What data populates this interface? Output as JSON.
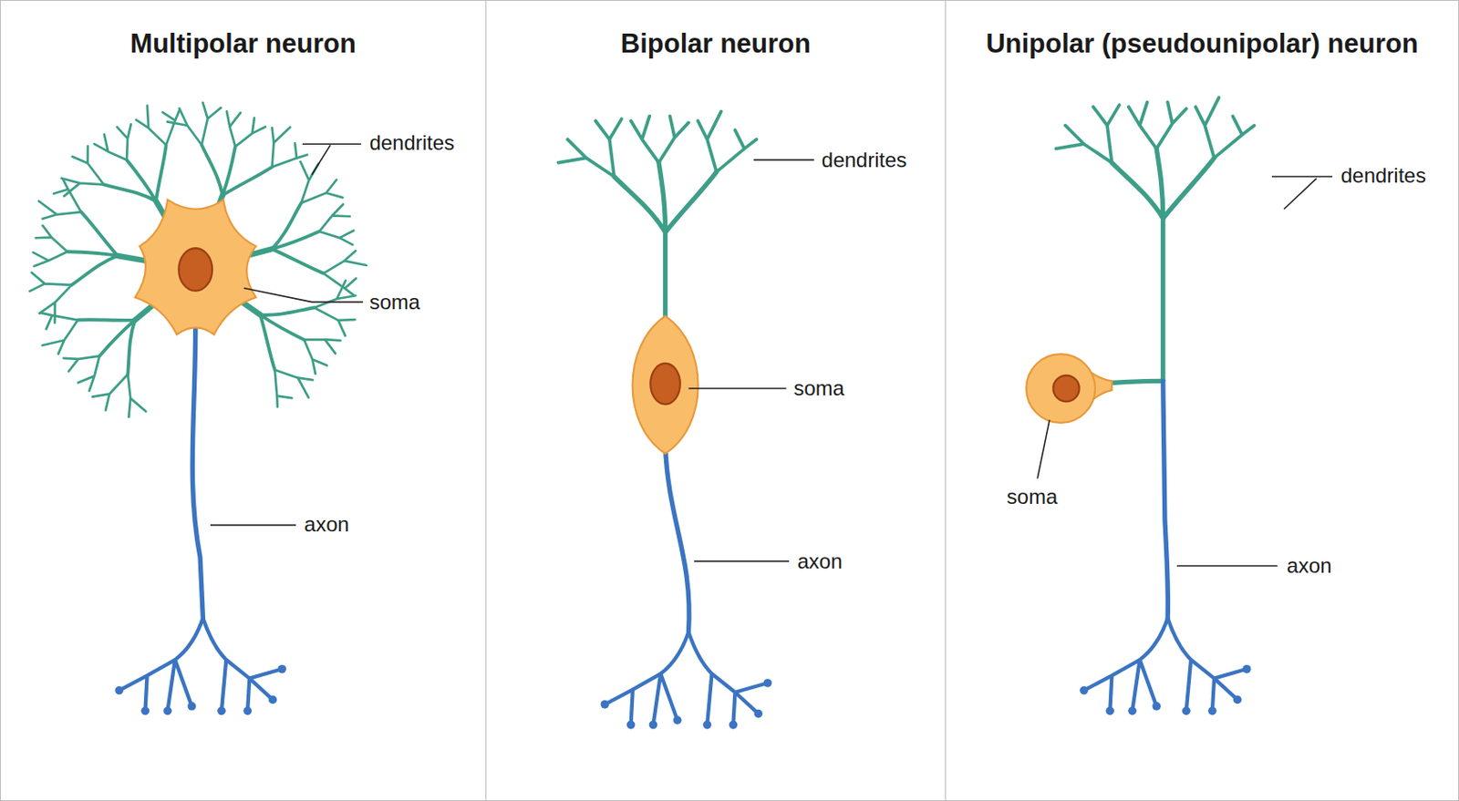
{
  "diagram": {
    "nodes": [
      {
        "text": [
          "Multipolar neuron"
        ]
      },
      {
        "text": [
          "Bipolar neuron"
        ]
      },
      {
        "text": [
          "Unipolar (pseudounipolar) neuron"
        ]
      }
    ],
    "labels": [
      "dendrites",
      "soma",
      "axon",
      "dendrites",
      "soma",
      "axon",
      "dendrites",
      "soma",
      "axon"
    ]
  }
}
